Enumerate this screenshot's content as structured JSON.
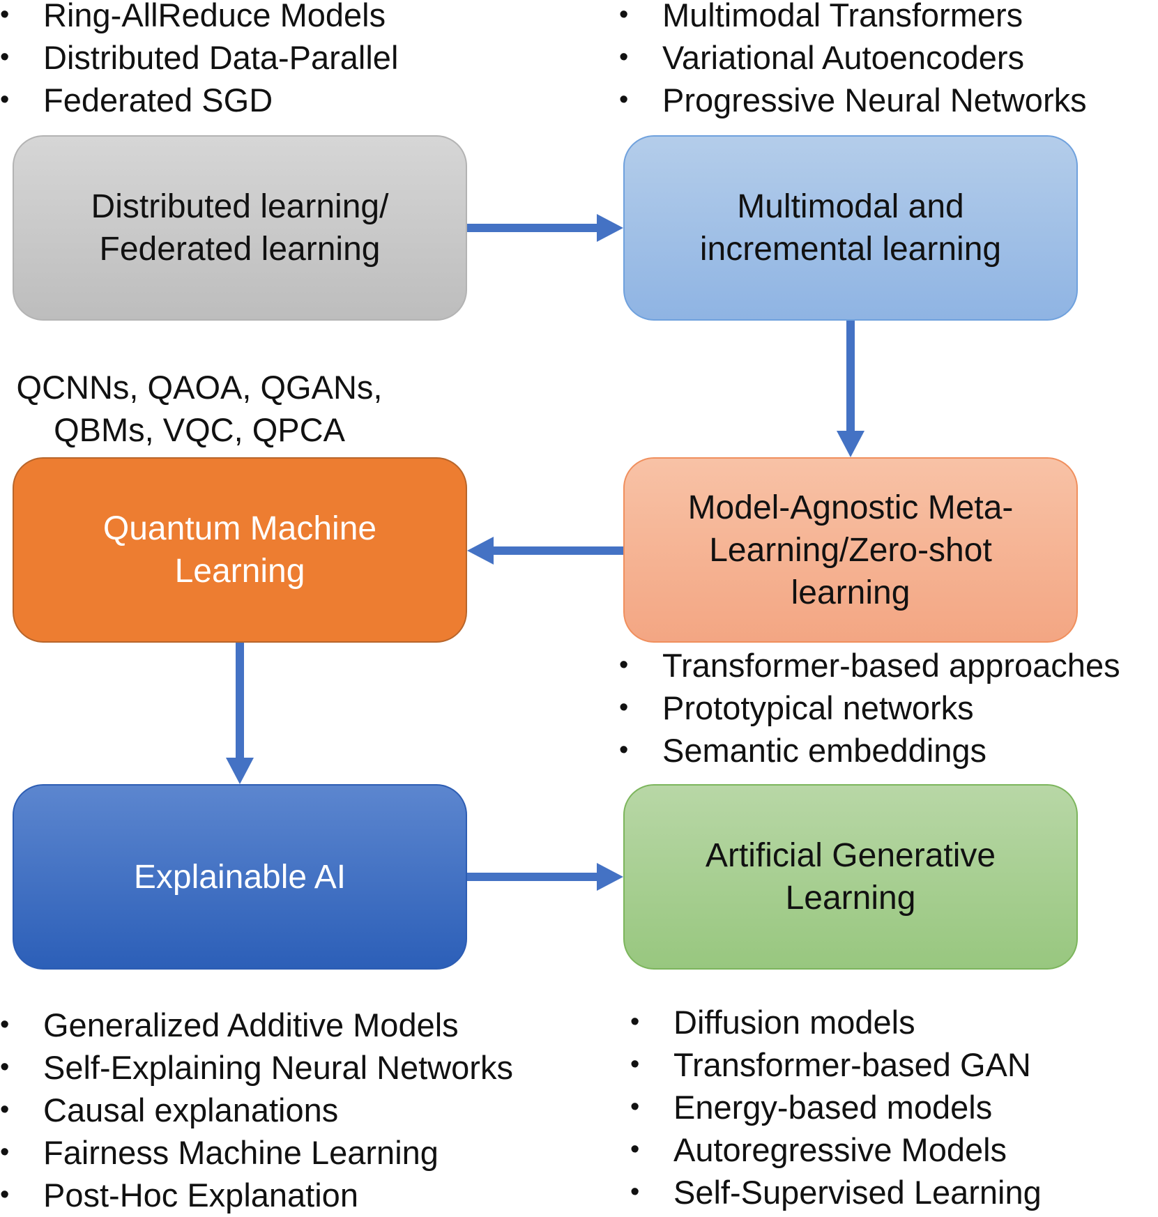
{
  "boxes": {
    "distributed": {
      "line1": "Distributed learning/",
      "line2": "Federated learning"
    },
    "multimodal": {
      "line1": "Multimodal and",
      "line2": "incremental learning"
    },
    "quantum": {
      "line1": "Quantum Machine",
      "line2": "Learning"
    },
    "meta": {
      "line1": "Model-Agnostic Meta-",
      "line2": "Learning/Zero-shot",
      "line3": "learning"
    },
    "xai": {
      "line1": "Explainable AI"
    },
    "generative": {
      "line1": "Artificial Generative",
      "line2": "Learning"
    }
  },
  "lists": {
    "distributed": [
      "Ring-AllReduce Models",
      "Distributed Data-Parallel",
      "Federated SGD"
    ],
    "multimodal": [
      "Multimodal Transformers",
      "Variational Autoencoders",
      "Progressive Neural Networks"
    ],
    "quantum": [
      "QCNNs, QAOA, QGANs,",
      "QBMs, VQC, QPCA"
    ],
    "meta": [
      "Transformer-based approaches",
      "Prototypical networks",
      "Semantic embeddings"
    ],
    "xai": [
      "Generalized Additive Models",
      "Self-Explaining Neural Networks",
      "Causal explanations",
      "Fairness Machine Learning",
      "Post-Hoc Explanation"
    ],
    "generative": [
      "Diffusion models",
      "Transformer-based GAN",
      "Energy-based models",
      "Autoregressive Models",
      "Self-Supervised Learning"
    ]
  },
  "colors": {
    "arrow": "#4472c4",
    "box_gray": "#c9c9c9",
    "box_lightblue": "#9dc3e6",
    "box_orange": "#ed7d31",
    "box_salmon": "#f4b183",
    "box_blue": "#4472c4",
    "box_green": "#a9d18e"
  }
}
